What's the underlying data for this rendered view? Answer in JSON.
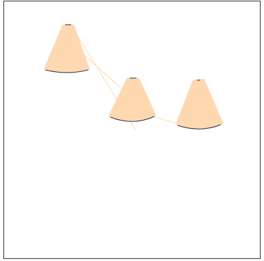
{
  "colors": {
    "background": "#ffffff",
    "border": "#333333",
    "shape_fill": "#fed8b1",
    "shape_edge": "#2b2b2b",
    "link": "#fed8b1"
  },
  "nodes": [
    {
      "id": "n1",
      "shape": "fan-sector"
    },
    {
      "id": "n2",
      "shape": "fan-sector"
    },
    {
      "id": "n3",
      "shape": "fan-sector"
    }
  ],
  "links": [
    {
      "from": "n1",
      "to": "n2"
    },
    {
      "from": "n1",
      "to": "n2"
    },
    {
      "from": "n2",
      "to": "n3"
    }
  ]
}
